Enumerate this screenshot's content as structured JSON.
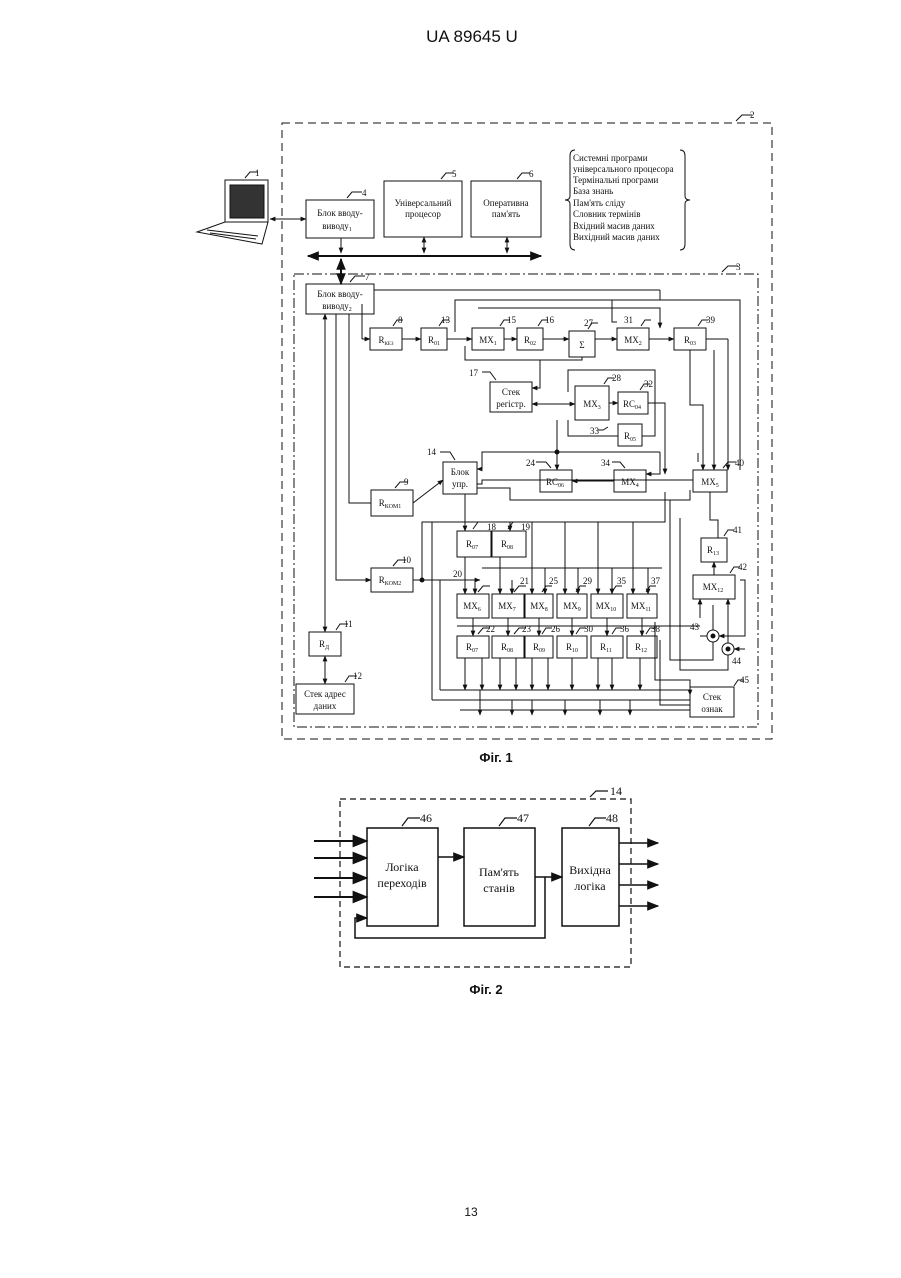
{
  "header": {
    "patent_id": "UA   89645   U"
  },
  "fig1": {
    "caption": "Фіг. 1",
    "labels": {
      "n1": "1",
      "n2": "2",
      "n3": "3",
      "n4": "4",
      "n5": "5",
      "n6": "6",
      "n7": "7",
      "n8": "8",
      "n9": "9",
      "n10": "10",
      "n11": "11",
      "n12": "12",
      "n13": "13",
      "n14": "14",
      "n15": "15",
      "n16": "16",
      "n17": "17",
      "n18": "18",
      "n19": "19",
      "n20": "20",
      "n21": "21",
      "n22": "22",
      "n23": "23",
      "n24": "24",
      "n25": "25",
      "n26": "26",
      "n27": "27",
      "n28": "28",
      "n29": "29",
      "n30": "30",
      "n31": "31",
      "n32": "32",
      "n33": "33",
      "n34": "34",
      "n35": "35",
      "n36": "36",
      "n37": "37",
      "n38": "38",
      "n39": "39",
      "n40": "40",
      "n41": "41",
      "n42": "42",
      "n43": "43",
      "n44": "44",
      "n45": "45"
    },
    "blocks": {
      "io1_l1": "Блок вводу-",
      "io1_l2": "виводу",
      "cpu_l1": "Універсальний",
      "cpu_l2": "процесор",
      "ram_l1": "Оперативна",
      "ram_l2": "пам'ять",
      "io2_l1": "Блок вводу-",
      "io2_l2": "виводу",
      "r_kez": "R",
      "r_01": "R",
      "mx1": "MX",
      "r_02": "R",
      "sum": "Σ",
      "mx2": "MX",
      "r_03": "R",
      "stack_reg_l1": "Стек",
      "stack_reg_l2": "регістр.",
      "mx3": "MX",
      "rc04": "RC",
      "r05": "R",
      "ctrl_l1": "Блок",
      "ctrl_l2": "упр.",
      "rc06": "RC",
      "mx4": "MX",
      "mx5": "MX",
      "r_kom1": "R",
      "r_kom2": "R",
      "r07s": "R",
      "r08s": "R",
      "mx6": "MX",
      "mx7": "MX",
      "mx8": "MX",
      "mx9": "MX",
      "mx10": "MX",
      "mx11": "MX",
      "r07": "R",
      "r08": "R",
      "r09": "R",
      "r10": "R",
      "r11": "R",
      "r12": "R",
      "r13": "R",
      "mx12": "MX",
      "rd": "R",
      "stack_addr_l1": "Стек адрес",
      "stack_addr_l2": "даних",
      "stack_sign_l1": "Стек",
      "stack_sign_l2": "ознак"
    },
    "subs": {
      "io1": "1",
      "io2": "2",
      "kez": "КЕЗ",
      "s01": "01",
      "s1": "1",
      "s02": "02",
      "s2": "2",
      "s03": "03",
      "s3": "3",
      "s04": "04",
      "s05": "05",
      "s06": "06",
      "s4": "4",
      "s5": "5",
      "kom1": "КОМ1",
      "kom2": "КОМ2",
      "s07s": "07",
      "s08s": "08",
      "s6": "6",
      "s7": "7",
      "s8": "8",
      "s9": "9",
      "s10": "10",
      "s11": "11",
      "s07": "07",
      "s08": "08",
      "s09": "09",
      "s10r": "10",
      "s11r": "11",
      "s12r": "12",
      "s13": "13",
      "s12": "12",
      "d": "Д"
    },
    "memory_list": [
      "Системні програми",
      "універсального процесора",
      "Термінальні програми",
      "База знань",
      "Пам'ять сліду",
      "Словник термінів",
      "Вхідний масив даних",
      "Вихідний масив даних"
    ]
  },
  "fig2": {
    "caption": "Фіг. 2",
    "labels": {
      "n14": "14",
      "n46": "46",
      "n47": "47",
      "n48": "48"
    },
    "blocks": {
      "logic_l1": "Логіка",
      "logic_l2": "переходів",
      "mem_l1": "Пам'ять",
      "mem_l2": "станів",
      "out_l1": "Вихідна",
      "out_l2": "логіка"
    }
  },
  "footer": {
    "page_number": "13"
  }
}
